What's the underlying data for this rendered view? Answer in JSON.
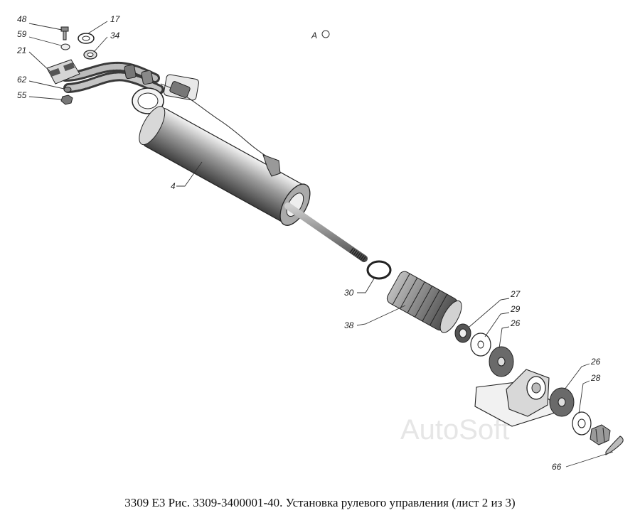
{
  "diagram": {
    "view_marker": "A",
    "watermark": "AutoSoft",
    "caption": "3309 Е3  Рис. 3309-3400001-40. Установка рулевого управления (лист 2 из 3)",
    "callouts": [
      {
        "id": "48",
        "label": "48"
      },
      {
        "id": "59",
        "label": "59"
      },
      {
        "id": "21",
        "label": "21"
      },
      {
        "id": "62",
        "label": "62"
      },
      {
        "id": "55",
        "label": "55"
      },
      {
        "id": "17",
        "label": "17"
      },
      {
        "id": "34",
        "label": "34"
      },
      {
        "id": "4",
        "label": "4"
      },
      {
        "id": "30",
        "label": "30"
      },
      {
        "id": "38",
        "label": "38"
      },
      {
        "id": "27",
        "label": "27"
      },
      {
        "id": "29",
        "label": "29"
      },
      {
        "id": "26a",
        "label": "26"
      },
      {
        "id": "26b",
        "label": "26"
      },
      {
        "id": "28",
        "label": "28"
      },
      {
        "id": "66",
        "label": "66"
      }
    ]
  }
}
